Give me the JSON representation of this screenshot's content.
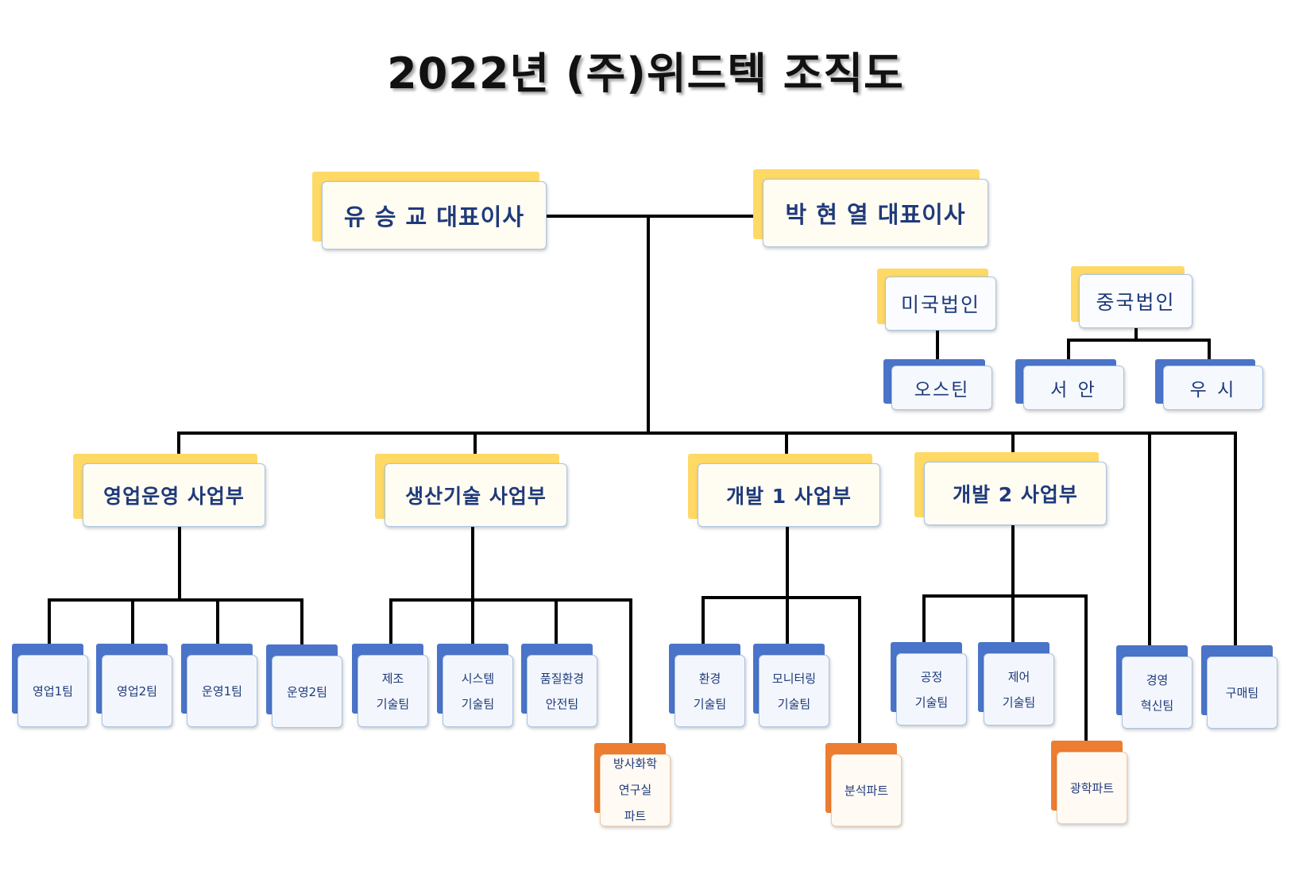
{
  "title": "2022년 (주)위드텍 조직도",
  "ceos": [
    {
      "label": "유 승 교 대표이사"
    },
    {
      "label": "박 현 열 대표이사"
    }
  ],
  "subsidiaries": {
    "usa": {
      "label": "미국법인",
      "children": [
        "오스틴"
      ]
    },
    "china": {
      "label": "중국법인",
      "children": [
        "서 안",
        "우 시"
      ]
    }
  },
  "divisions": [
    {
      "label": "영업운영 사업부",
      "teams": [
        "영업1팀",
        "영업2팀",
        "운영1팀",
        "운영2팀"
      ]
    },
    {
      "label": "생산기술 사업부",
      "teams": [
        "제조\n기술팀",
        "시스템\n기술팀",
        "품질환경\n안전팀"
      ],
      "part": "방사화학\n연구실\n파트"
    },
    {
      "label": "개발 1 사업부",
      "teams": [
        "환경\n기술팀",
        "모니터링\n기술팀"
      ],
      "part": "분석파트"
    },
    {
      "label": "개발 2 사업부",
      "teams": [
        "공정\n기술팀",
        "제어\n기술팀"
      ],
      "part": "광학파트"
    }
  ],
  "staff_teams": [
    "경영\n혁신팀",
    "구매팀"
  ],
  "colors": {
    "yellow": "#ffd966",
    "blue": "#4a74c9",
    "orange": "#ed7d31",
    "text": "#1f3a7a",
    "line": "#000000"
  }
}
